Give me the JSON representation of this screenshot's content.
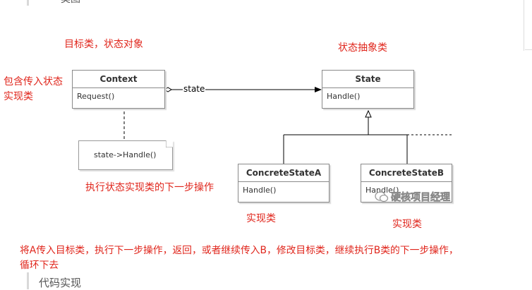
{
  "top_cut_text": "类图",
  "labels": {
    "target_class": "目标类，状态对象",
    "abstract_state": "状态抽象类",
    "contains_impl_line1": "包含传入状态",
    "contains_impl_line2": "实现类",
    "exec_next": "执行状态实现类的下一步操作",
    "impl_a": "实现类",
    "impl_b": "实现类"
  },
  "classes": {
    "context": {
      "name": "Context",
      "method": "Request()"
    },
    "state": {
      "name": "State",
      "method": "Handle()"
    },
    "concrete_a": {
      "name": "ConcreteStateA",
      "method": "Handle()"
    },
    "concrete_b": {
      "name": "ConcreteStateB",
      "method": "Handle()"
    }
  },
  "association_label": "state",
  "note_text": "state->Handle()",
  "watermark": "硬核项目经理",
  "description_line1": "将A传入目标类，执行下一步操作，返回，或者继续传入B，修改目标类，继续执行B类的下一步操作，",
  "description_line2": "循环下去",
  "section_heading": "代码实现",
  "colors": {
    "annotation": "#e0261c",
    "box_border": "#8a8a8a",
    "text": "#333333"
  }
}
